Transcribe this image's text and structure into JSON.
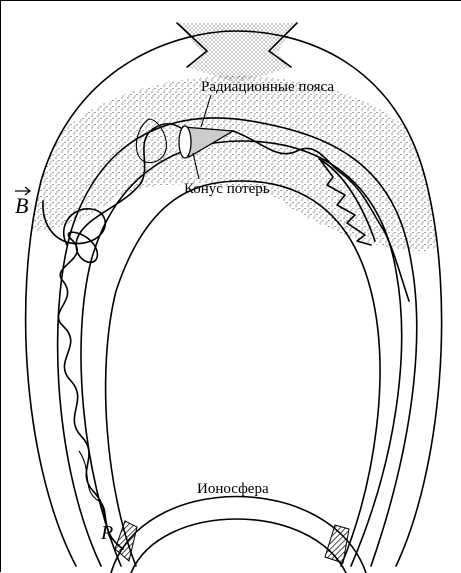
{
  "labels": {
    "radiation_belts": "Радиационные пояса",
    "loss_cone": "Конус потерь",
    "ionosphere": "Ионосфера",
    "field_vector": "B",
    "region_r": "R"
  }
}
